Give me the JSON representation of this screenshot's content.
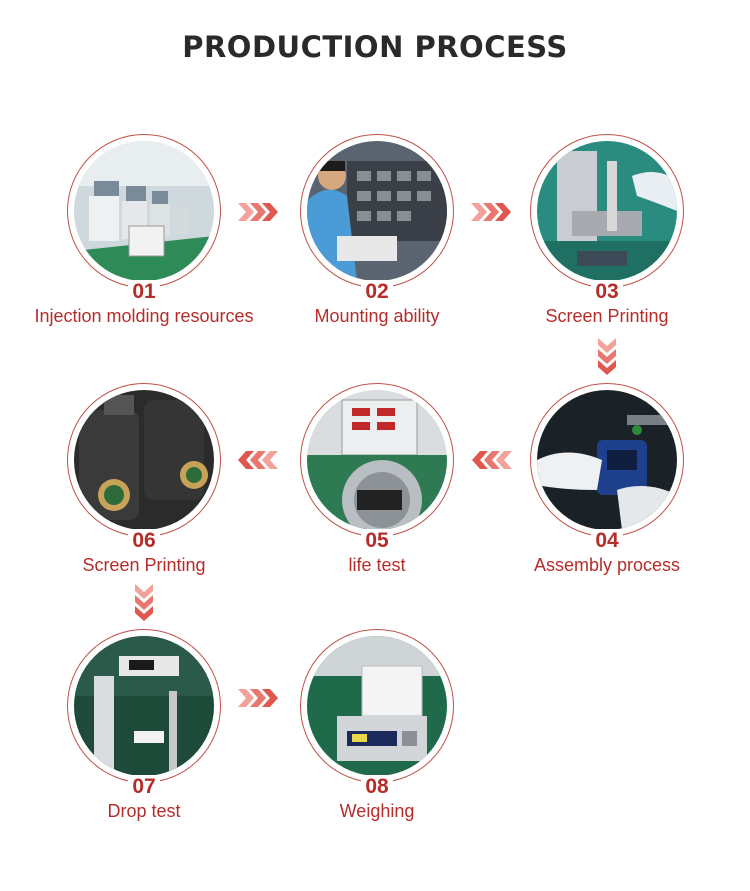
{
  "title": "PRODUCTION PROCESS",
  "accent_color": "#b52d2a",
  "arrow_color": "#e0574f",
  "steps": [
    {
      "number": "01",
      "label": "Injection molding resources",
      "photo": "injection-molding-machines"
    },
    {
      "number": "02",
      "label": "Mounting ability",
      "photo": "worker-assembling-boards"
    },
    {
      "number": "03",
      "label": "Screen Printing",
      "photo": "printing-fixture"
    },
    {
      "number": "04",
      "label": "Assembly process",
      "photo": "gloved-hands-assembly"
    },
    {
      "number": "05",
      "label": "life test",
      "photo": "life-test-station"
    },
    {
      "number": "06",
      "label": "Screen Printing",
      "photo": "finished-devices"
    },
    {
      "number": "07",
      "label": "Drop test",
      "photo": "drop-test-rig"
    },
    {
      "number": "08",
      "label": "Weighing",
      "photo": "weighing-scale"
    }
  ],
  "arrows": [
    {
      "direction": "right"
    },
    {
      "direction": "right"
    },
    {
      "direction": "down"
    },
    {
      "direction": "left"
    },
    {
      "direction": "left"
    },
    {
      "direction": "down"
    },
    {
      "direction": "right"
    }
  ]
}
